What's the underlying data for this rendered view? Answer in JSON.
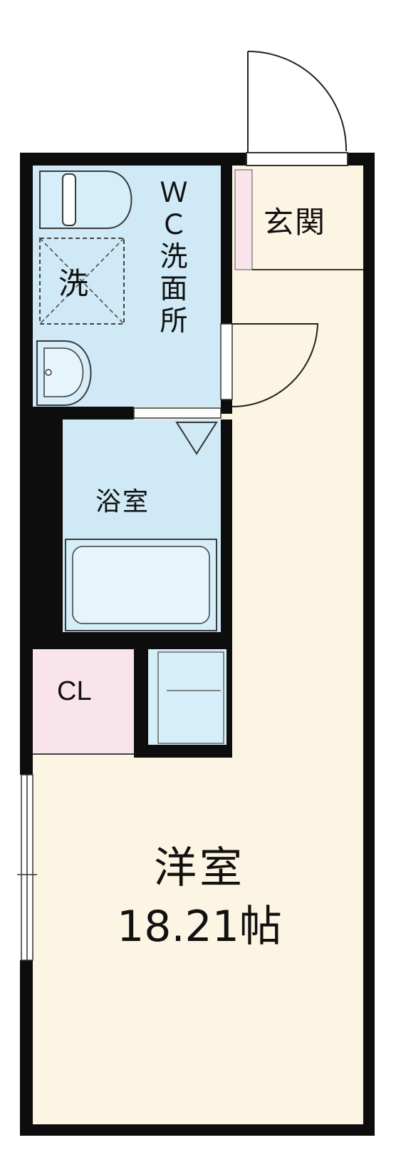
{
  "rooms": {
    "entrance": "玄関",
    "wc": "ＷＣ洗面所",
    "washer": "洗",
    "bath": "浴室",
    "closet": "CL",
    "main_room": "洋室",
    "main_room_area": "18.21帖"
  },
  "colors": {
    "wall": "#0d0d0d",
    "floor": "#fdf5e3",
    "wet_area": "#cfe9f6",
    "closet": "#fae4ec",
    "fixture_fill": "#d6eef9",
    "fixture_line": "#3a3a3a"
  }
}
